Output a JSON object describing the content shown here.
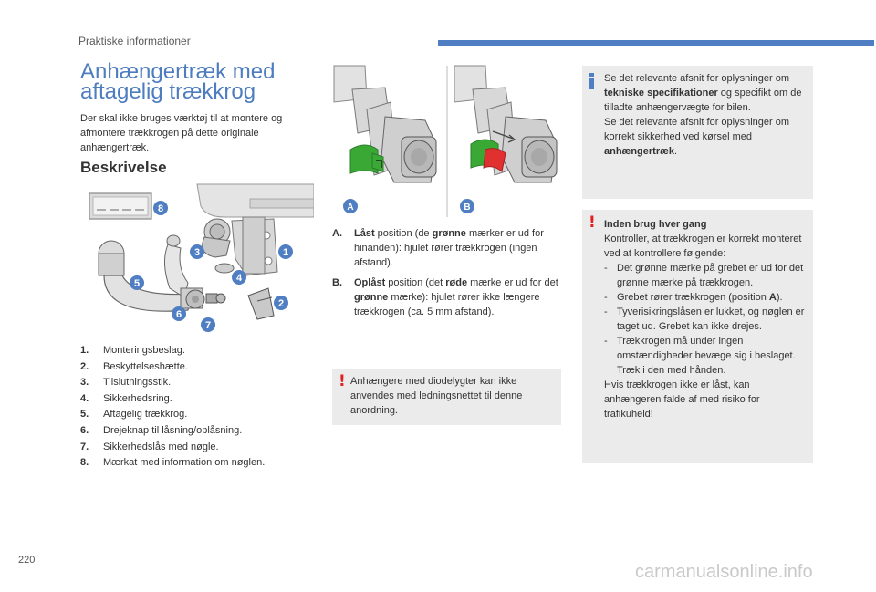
{
  "header": {
    "section_title": "Praktiske informationer"
  },
  "page": {
    "title_line1": "Anhængertræk med",
    "title_line2": "aftagelig trækkrog",
    "intro": "Der skal ikke bruges værktøj til at montere og afmontere trækkrogen på dette originale anhængertræk.",
    "subheading": "Beskrivelse",
    "number": "220"
  },
  "figure_description": {
    "callouts": [
      "1",
      "2",
      "3",
      "4",
      "5",
      "6",
      "7",
      "8"
    ],
    "callout_color": "#4f7ec2"
  },
  "figure_lock": {
    "label_a": "A",
    "label_b": "B",
    "label_color": "#4f7ec2",
    "green": "#3aa835",
    "red": "#e03030"
  },
  "parts": [
    {
      "num": "1.",
      "text": "Monteringsbeslag."
    },
    {
      "num": "2.",
      "text": "Beskyttelseshætte."
    },
    {
      "num": "3.",
      "text": "Tilslutningsstik."
    },
    {
      "num": "4.",
      "text": "Sikkerhedsring."
    },
    {
      "num": "5.",
      "text": "Aftagelig trækkrog."
    },
    {
      "num": "6.",
      "text": "Drejeknap til låsning/oplåsning."
    },
    {
      "num": "7.",
      "text": "Sikkerhedslås med nøgle."
    },
    {
      "num": "8.",
      "text": "Mærkat med information om nøglen."
    }
  ],
  "positions": {
    "a": {
      "key": "A.",
      "state": "Låst",
      "text1": " position (de ",
      "color_word": "grønne",
      "text2": " mærker er ud for hinanden): hjulet rører trækkrogen (ingen afstand)."
    },
    "b": {
      "key": "B.",
      "state": "Oplåst",
      "text1": " position (det ",
      "color_word": "røde",
      "text2": " mærke er ud for det ",
      "color_word2": "grønne",
      "text3": " mærke): hjulet rører ikke længere trækkrogen (ca. 5 mm afstand)."
    }
  },
  "note_led": {
    "mark": "!",
    "text": "Anhængere med diodelygter kan ikke anvendes med ledningsnettet til denne anordning."
  },
  "note_info": {
    "p1_a": "Se det relevante afsnit for oplysninger om ",
    "p1_bold": "tekniske specifikationer",
    "p1_b": " og specifikt om de tilladte anhængervægte for bilen.",
    "p2_a": "Se det relevante afsnit for oplysninger om korrekt sikkerhed ved kørsel med ",
    "p2_bold": "anhængertræk",
    "p2_b": "."
  },
  "note_check": {
    "mark": "!",
    "heading": "Inden brug hver gang",
    "intro": "Kontroller, at trækkrogen er korrekt monteret ved at kontrollere følgende:",
    "items": [
      {
        "dash": "-",
        "text": "Det grønne mærke på grebet er ud for det grønne mærke på trækkrogen."
      },
      {
        "dash": "-",
        "text_a": "Grebet rører trækkrogen (position ",
        "bold": "A",
        "text_b": ")."
      },
      {
        "dash": "-",
        "text": "Tyverisikringslåsen er lukket, og nøglen er taget ud. Grebet kan ikke drejes."
      },
      {
        "dash": "-",
        "text": "Trækkrogen må under ingen omstændigheder bevæge sig i beslaget. Træk i den med hånden."
      }
    ],
    "outro": "Hvis trækkrogen ikke er låst, kan anhængeren falde af med risiko for trafikuheld!"
  },
  "footer": {
    "watermark": "carmanualsonline.info"
  },
  "colors": {
    "accent": "#4f7ec2",
    "warning": "#e02020",
    "note_bg": "#ebebeb"
  }
}
